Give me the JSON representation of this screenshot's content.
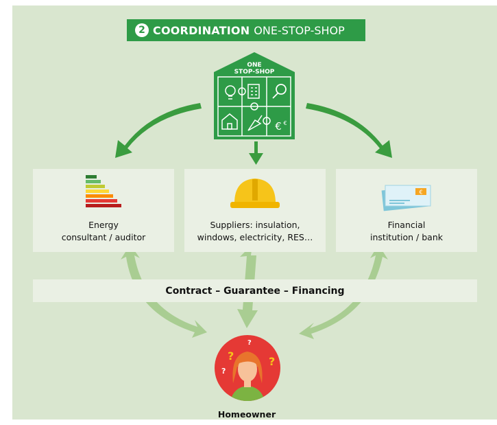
{
  "header": {
    "number": "2",
    "title_bold": "COORDINATION",
    "title_light": "ONE-STOP-SHOP"
  },
  "hub": {
    "label_line1": "ONE",
    "label_line2": "STOP-SHOP",
    "icons": [
      "lightbulb-icon",
      "building-icon",
      "magnifier-icon",
      "house-icon",
      "trowel-icon",
      "euro-icon"
    ]
  },
  "actors": [
    {
      "label": "Energy\nconsultant / auditor",
      "icon": "energy-label-icon"
    },
    {
      "label": "Suppliers: insulation,\nwindows, electricity, RES…",
      "icon": "hard-hat-icon"
    },
    {
      "label": "Financial\ninstitution / bank",
      "icon": "cheque-icon"
    }
  ],
  "band_text": "Contract  –  Guarantee  –  Financing",
  "homeowner": {
    "label": "Homeowner",
    "icon": "person-icon"
  },
  "cheque_symbol": "€",
  "colors": {
    "background": "#d9e6cf",
    "green": "#2e9b47",
    "box": "#eaf0e4",
    "light_arrow": "#a9cd92",
    "homeowner_red": "#e53935"
  }
}
